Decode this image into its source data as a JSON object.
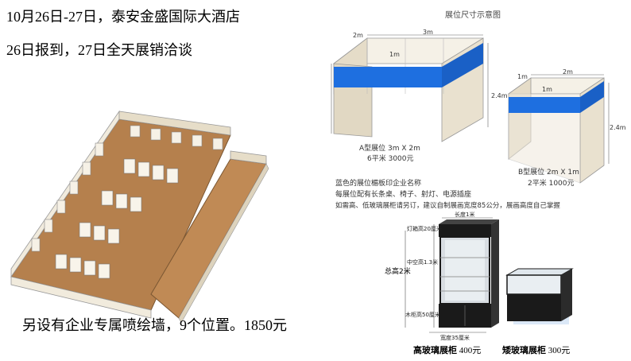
{
  "left": {
    "line1": "10月26日-27日，泰安金盛国际大酒店",
    "line2": "26日报到，27日全天展销洽谈",
    "bottom_note": "另设有企业专属喷绘墙，9个位置。1850元"
  },
  "diagram": {
    "title": "展位尺寸示意图",
    "booth_a": {
      "dim_depth": "2m",
      "dim_width": "3m",
      "dim_inner": "1m",
      "dim_height": "2.4m",
      "label": "A型展位  3m X 2m",
      "price": "6平米 3000元"
    },
    "booth_b": {
      "dim_depth": "1m",
      "dim_width": "2m",
      "dim_inner": "1m",
      "dim_height": "2.4m",
      "label": "B型展位  2m X 1m",
      "price": "2平米 1000元"
    },
    "notes": [
      "蓝色的展位楣板印企业名称",
      "每展位配有长条桌、椅子、射灯、电源插座",
      "如需高、低玻璃展柜请另订，建议自制展画宽度85公分，展画高度自己掌握"
    ]
  },
  "cabinets": {
    "tall": {
      "dim_width": "长度1米",
      "dim_lightbox": "灯箱高20厘米",
      "dim_middle": "中空高1.3米",
      "dim_total": "总高2米",
      "dim_cabinet": "木柜高50厘米",
      "dim_depth": "宽度35厘米",
      "name": "高玻璃展柜",
      "price": "400元"
    },
    "short": {
      "name": "矮玻璃展柜",
      "price": "300元"
    }
  },
  "colors": {
    "blue_fascia": "#1e6fe0",
    "floor": "#b5804d",
    "wall": "#efe9dd",
    "cabinet_black": "#1a1a1a"
  }
}
